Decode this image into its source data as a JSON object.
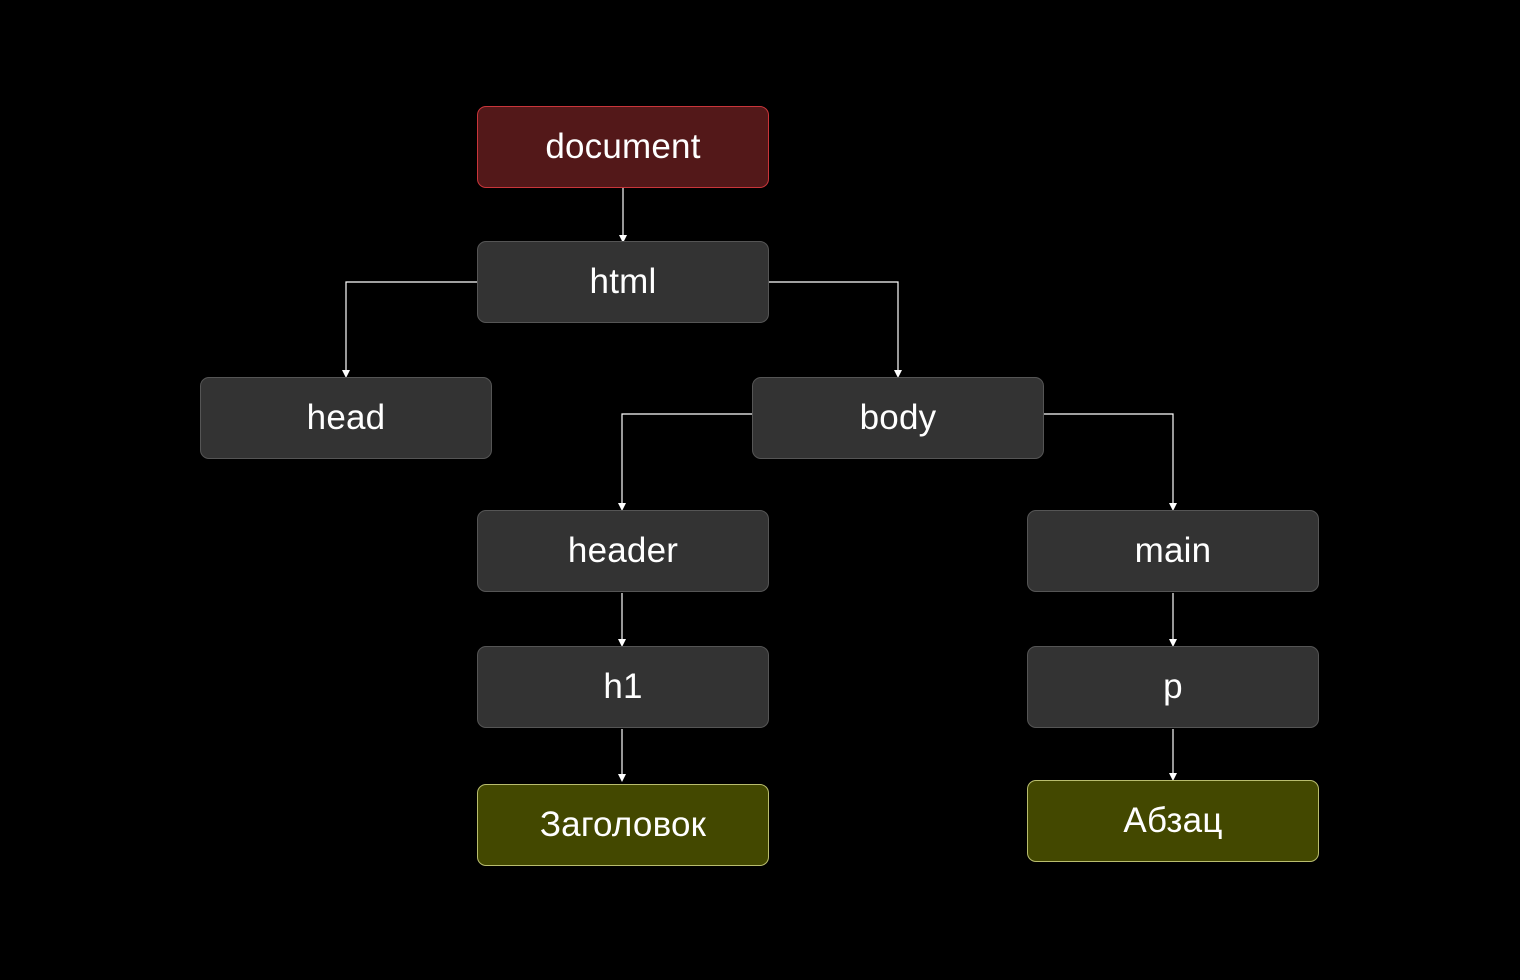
{
  "diagram": {
    "nodes": {
      "document": {
        "label": "document",
        "kind": "root"
      },
      "html": {
        "label": "html",
        "kind": "element"
      },
      "head": {
        "label": "head",
        "kind": "element"
      },
      "body": {
        "label": "body",
        "kind": "element"
      },
      "header": {
        "label": "header",
        "kind": "element"
      },
      "main": {
        "label": "main",
        "kind": "element"
      },
      "h1": {
        "label": "h1",
        "kind": "element"
      },
      "p": {
        "label": "p",
        "kind": "element"
      },
      "text_heading": {
        "label": "Заголовок",
        "kind": "text"
      },
      "text_paragraph": {
        "label": "Абзац",
        "kind": "text"
      }
    },
    "edges": [
      [
        "document",
        "html"
      ],
      [
        "html",
        "head"
      ],
      [
        "html",
        "body"
      ],
      [
        "body",
        "header"
      ],
      [
        "body",
        "main"
      ],
      [
        "header",
        "h1"
      ],
      [
        "main",
        "p"
      ],
      [
        "h1",
        "text_heading"
      ],
      [
        "p",
        "text_paragraph"
      ]
    ],
    "colors": {
      "background": "#000000",
      "element_fill": "#333333",
      "element_border": "#555555",
      "root_fill": "#531819",
      "root_border": "#c9353a",
      "text_fill": "#434800",
      "text_border": "#b9bd6e",
      "connector": "#ffffff",
      "label": "#ffffff"
    }
  }
}
